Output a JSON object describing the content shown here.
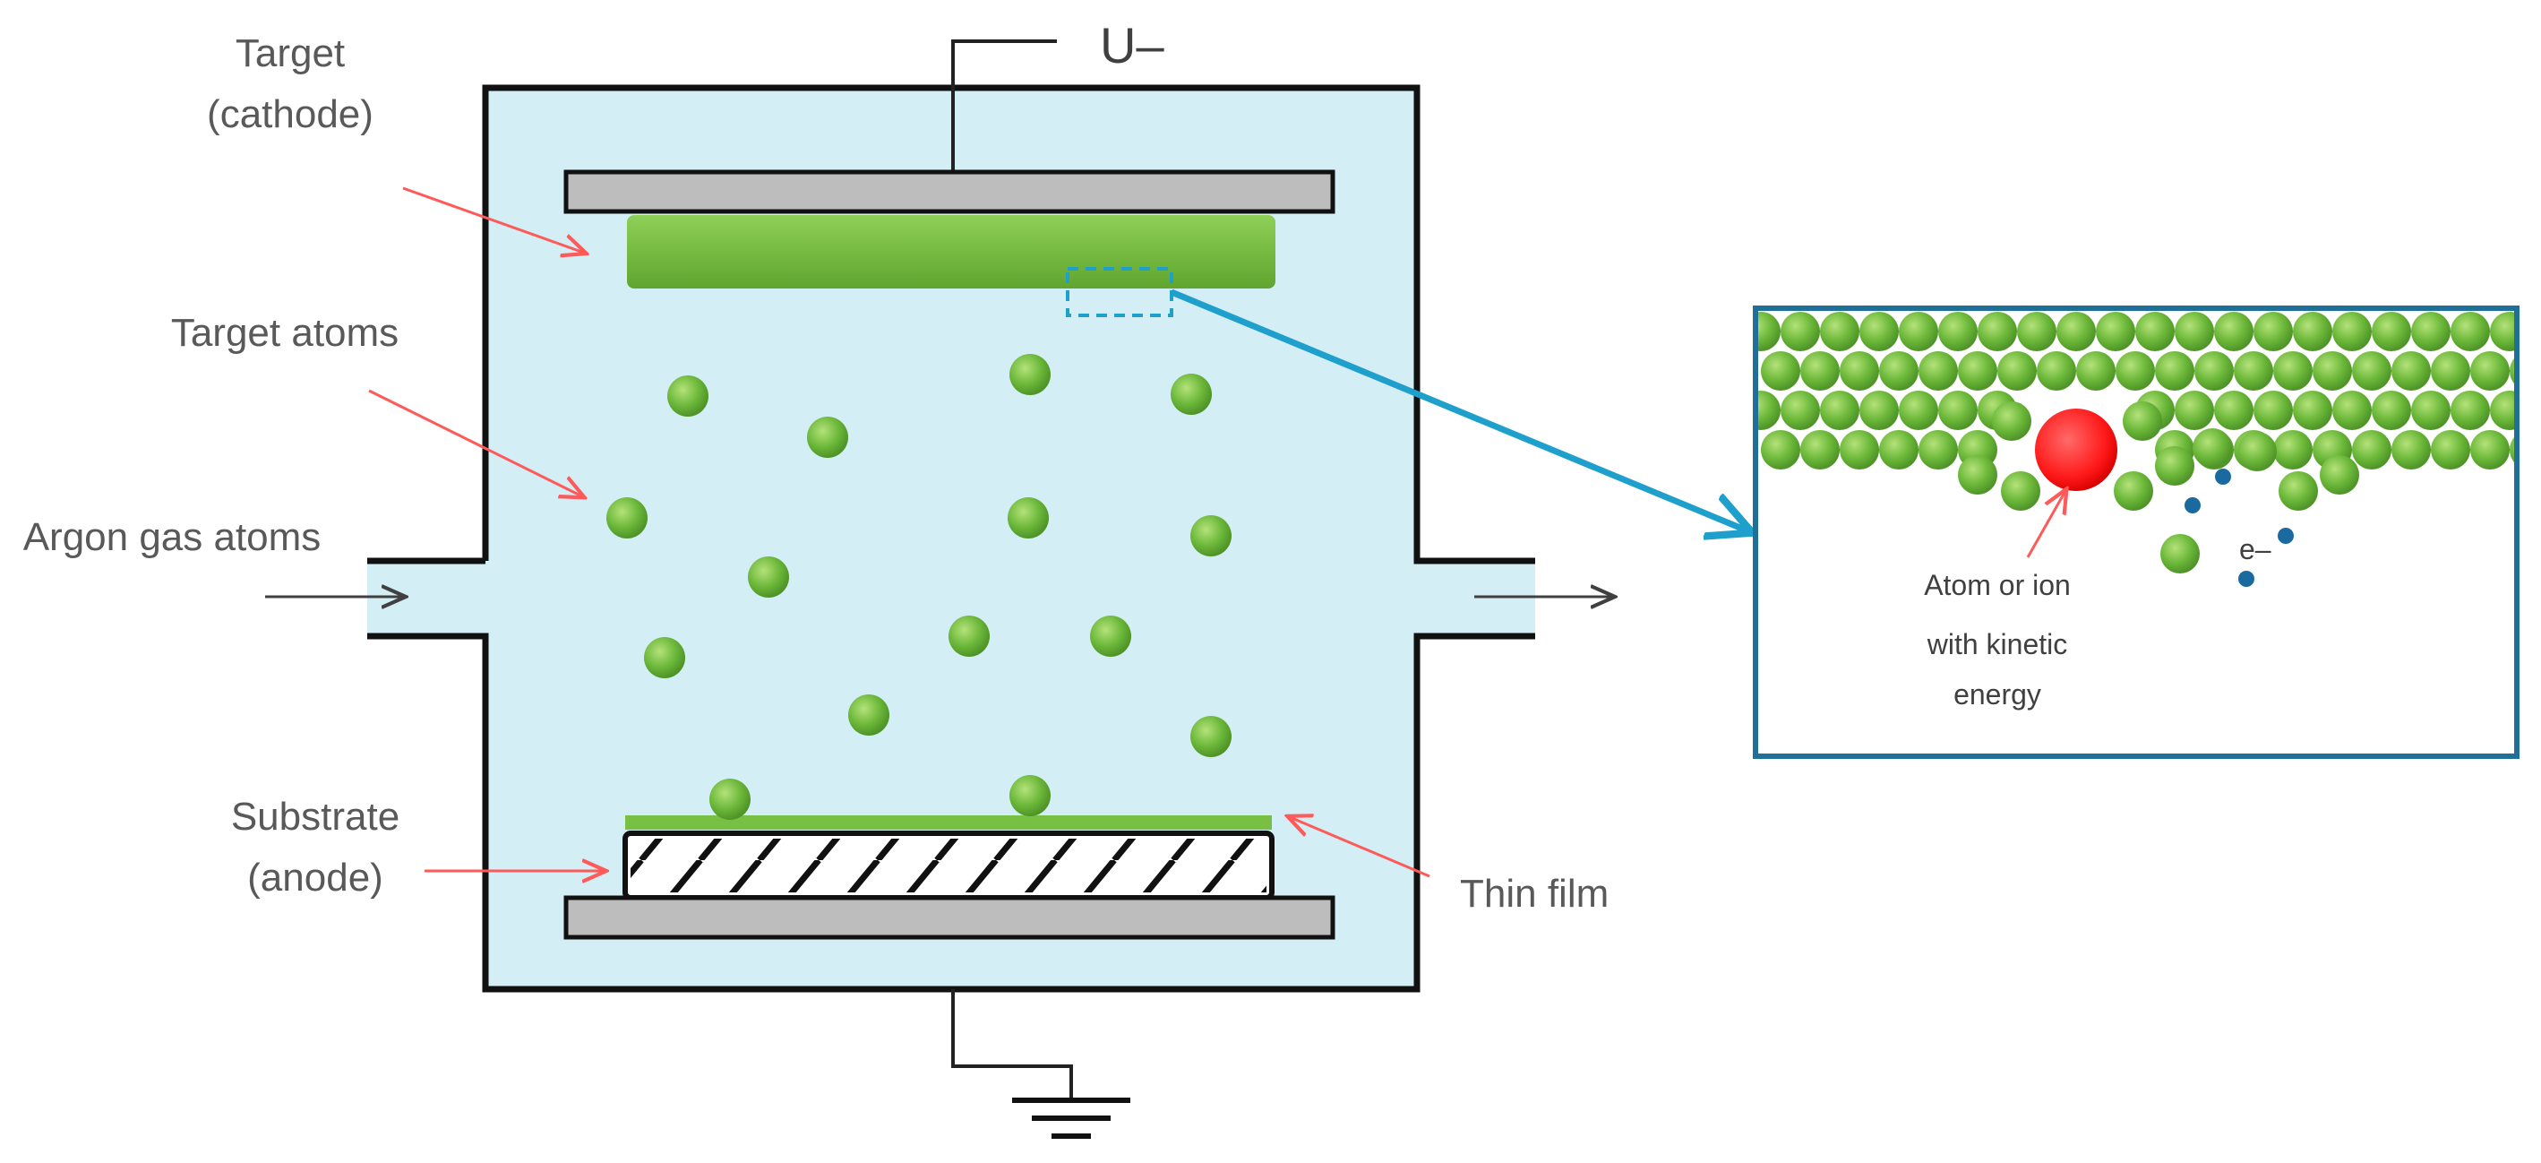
{
  "labels": {
    "voltage": "U–",
    "target_line1": "Target",
    "target_line2": "(cathode)",
    "target_atoms": "Target atoms",
    "argon": "Argon gas atoms",
    "substrate_line1": "Substrate",
    "substrate_line2": "(anode)",
    "thin_film": "Thin film",
    "ion_line1": "Atom or ion",
    "ion_line2": "with kinetic",
    "ion_line3": "energy",
    "electron": "e–"
  },
  "colors": {
    "chamber_fill": "#d3eef5",
    "atom_green": "#6cb83a",
    "film_green": "#78c043",
    "plate_gray": "#bdbdbd",
    "ion_red": "#ff1a1a",
    "electron_blue": "#1a6aa0",
    "zoom_arrow": "#1fa0cc",
    "label_arrow": "#ff5a5a"
  },
  "icons": {
    "ground": "ground-symbol-icon"
  }
}
